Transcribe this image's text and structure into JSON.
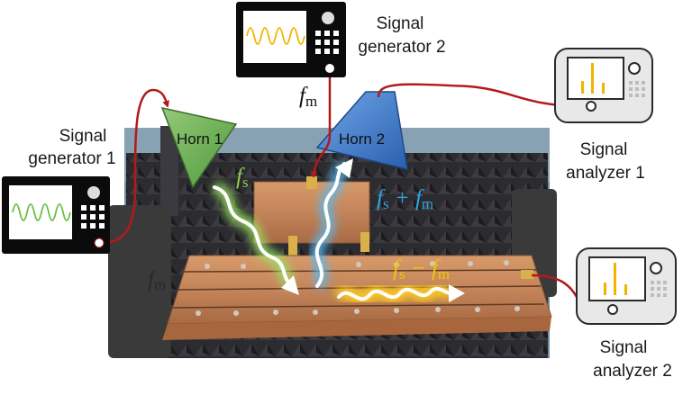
{
  "instruments": {
    "sg1": {
      "line1": "Signal",
      "line2": "generator 1",
      "wave_color": "#6abf45"
    },
    "sg2": {
      "line1": "Signal",
      "line2": "generator 2",
      "wave_color": "#f2b400"
    },
    "sa1": {
      "line1": "Signal",
      "line2": "analyzer 1",
      "bar_color": "#f2b400"
    },
    "sa2": {
      "line1": "Signal",
      "line2": "analyzer 2",
      "bar_color": "#f2b400"
    }
  },
  "horns": {
    "horn1": {
      "label": "Horn 1",
      "color": "#76b552"
    },
    "horn2": {
      "label": "Horn 2",
      "color": "#3f7fcf"
    }
  },
  "annotations": {
    "fm_top": {
      "base": "f",
      "sub": "m"
    },
    "fs_in": {
      "base": "f",
      "sub": "s",
      "color": "#8fd14f"
    },
    "fs_plus": {
      "a": "f",
      "a_sub": "s",
      "op": " + ",
      "b": "f",
      "b_sub": "m",
      "color": "#2fa8e0"
    },
    "fs_minus": {
      "a": "f",
      "a_sub": "s",
      "op": " − ",
      "b": "f",
      "b_sub": "m",
      "color": "#f2c500"
    },
    "fm_left": {
      "base": "f",
      "sub": "m"
    }
  },
  "colors": {
    "cable": "#b21a1a",
    "copper": "#c98a5a",
    "absorber": "#2a2a2e"
  }
}
